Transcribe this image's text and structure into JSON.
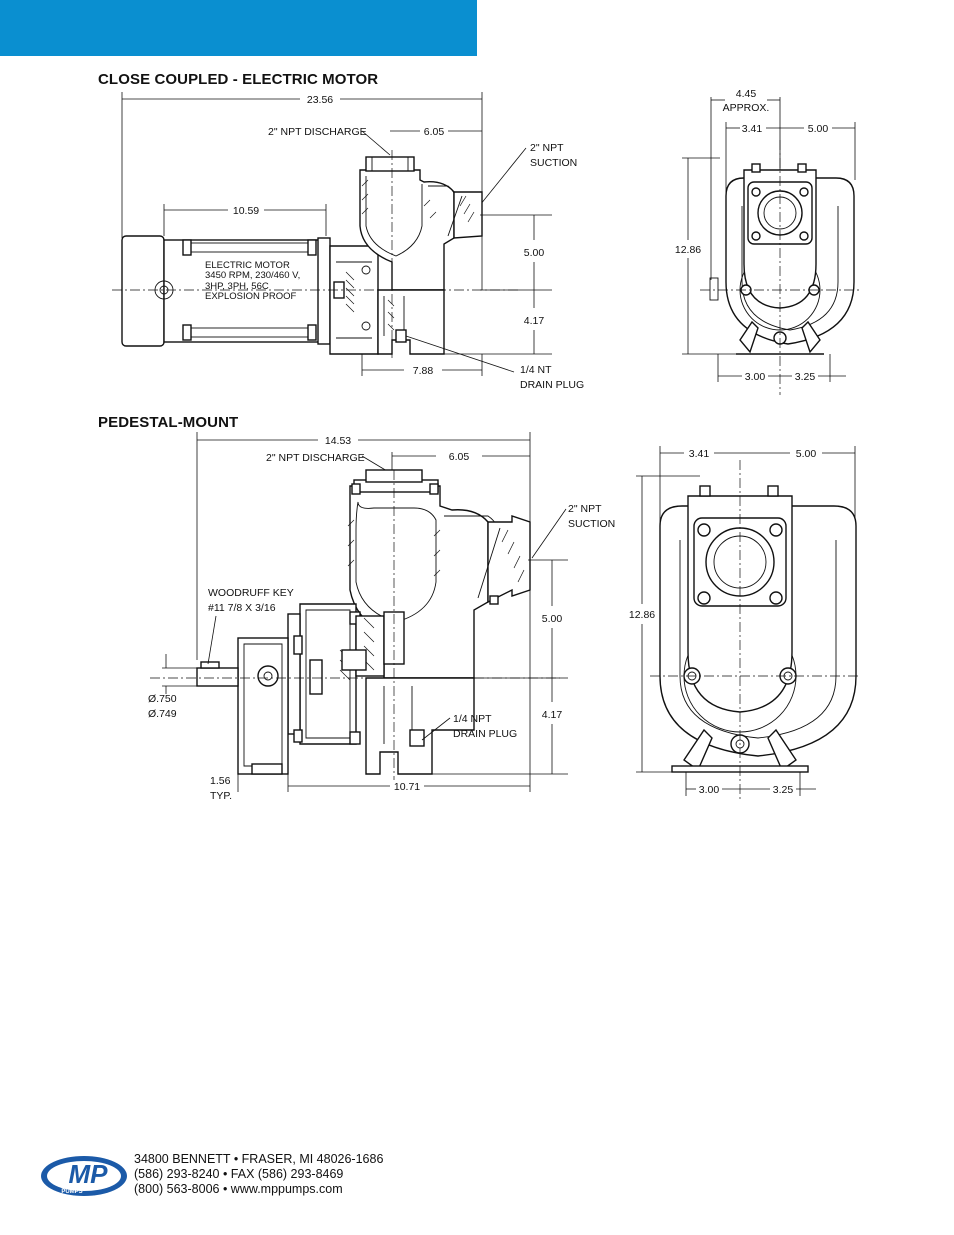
{
  "sections": {
    "close_coupled": {
      "title": "CLOSE COUPLED - ELECTRIC MOTOR",
      "dims": {
        "overall_length": "23.56",
        "discharge_label": "2\" NPT DISCHARGE",
        "discharge_offset": "6.05",
        "suction_label_1": "2\" NPT",
        "suction_label_2": "SUCTION",
        "motor_length": "10.59",
        "upper_height": "5.00",
        "lower_height": "4.17",
        "base_length": "7.88",
        "drain_1": "1/4 NT",
        "drain_2": "DRAIN PLUG"
      },
      "motor_label": {
        "line1": "ELECTRIC MOTOR",
        "line2": "3450 RPM, 230/460 V,",
        "line3": "3HP, 3PH, 56C",
        "line4": "EXPLOSION PROOF"
      },
      "side": {
        "approx_value": "4.45",
        "approx_label": "APPROX.",
        "left_width": "3.41",
        "right_width": "5.00",
        "height": "12.86",
        "base_left": "3.00",
        "base_right": "3.25"
      }
    },
    "pedestal": {
      "title": "PEDESTAL-MOUNT",
      "dims": {
        "overall_length": "14.53",
        "discharge_label": "2\" NPT DISCHARGE",
        "discharge_offset": "6.05",
        "suction_label_1": "2\" NPT",
        "suction_label_2": "SUCTION",
        "key_1": "WOODRUFF KEY",
        "key_2": "#11 7/8 X 3/16",
        "upper_height": "5.00",
        "lower_height": "4.17",
        "shaft_1": "Ø.750",
        "shaft_2": "Ø.749",
        "drain_1": "1/4 NPT",
        "drain_2": "DRAIN PLUG",
        "foot_1": "1.56",
        "foot_2": "TYP.",
        "base_length": "10.71"
      },
      "side": {
        "left_width": "3.41",
        "right_width": "5.00",
        "height": "12.86",
        "base_left": "3.00",
        "base_right": "3.25"
      }
    }
  },
  "footer": {
    "logo_text": "MP",
    "logo_sub": "PUMPS",
    "line1": "34800 BENNETT • FRASER, MI 48026-1686",
    "line2": "(586) 293-8240 • FAX (586) 293-8469",
    "line3": "(800) 563-8006 • www.mppumps.com"
  },
  "colors": {
    "header_bar": "#0a8fd0",
    "logo_blue": "#1b5aa8"
  }
}
